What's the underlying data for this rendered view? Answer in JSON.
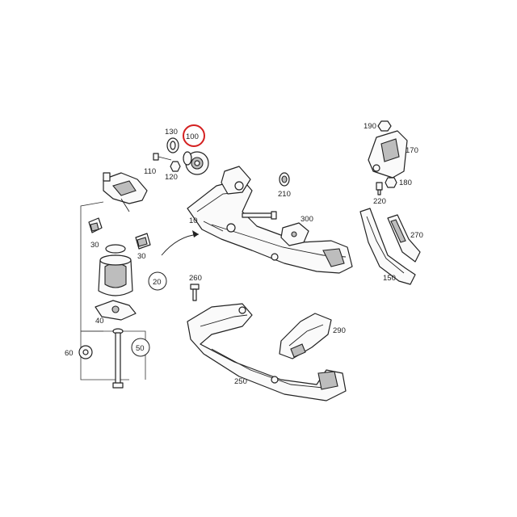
{
  "callouts": {
    "p10": "10",
    "p20": "20",
    "p30a": "30",
    "p30b": "30",
    "p40": "40",
    "p50": "50",
    "p60": "60",
    "p100": "100",
    "p110": "110",
    "p120": "120",
    "p130": "130",
    "p150": "150",
    "p170": "170",
    "p180": "180",
    "p190": "190",
    "p210": "210",
    "p220": "220",
    "p250": "250",
    "p260": "260",
    "p270": "270",
    "p290": "290",
    "p300": "300"
  },
  "highlight": {
    "part": "100",
    "color": "#d42020"
  }
}
